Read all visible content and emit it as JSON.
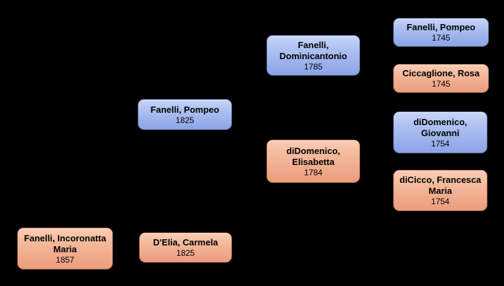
{
  "palette": {
    "background": "#000000",
    "blue_box_top": "#c9d6f8",
    "blue_box_bottom": "#8ba4e6",
    "salmon_box_top": "#f9ceb5",
    "salmon_box_bottom": "#ec9c7d",
    "text_color": "#000000"
  },
  "people": [
    {
      "id": "fanelli-incoronatta-maria-1857",
      "lines": [
        "Fanelli, Incoronatta",
        "Maria"
      ],
      "year": "1857",
      "color": "salmon"
    },
    {
      "id": "fanelli-pompeo-1825",
      "lines": [
        "Fanelli, Pompeo"
      ],
      "year": "1825",
      "color": "blue"
    },
    {
      "id": "delia-carmela-1825",
      "lines": [
        "D'Elia, Carmela"
      ],
      "year": "1825",
      "color": "salmon"
    },
    {
      "id": "fanelli-dominicantonio-1785",
      "lines": [
        "Fanelli,",
        "Dominicantonio"
      ],
      "year": "1785",
      "color": "blue"
    },
    {
      "id": "didomenico-elisabetta-1784",
      "lines": [
        "diDomenico,",
        "Elisabetta"
      ],
      "year": "1784",
      "color": "salmon"
    },
    {
      "id": "fanelli-pompeo-1745",
      "lines": [
        "Fanelli, Pompeo"
      ],
      "year": "1745",
      "color": "blue"
    },
    {
      "id": "ciccaglione-rosa-1745",
      "lines": [
        "Ciccaglione, Rosa"
      ],
      "year": "1745",
      "color": "salmon"
    },
    {
      "id": "didomenico-giovanni-1754",
      "lines": [
        "diDomenico,",
        "Giovanni"
      ],
      "year": "1754",
      "color": "blue"
    },
    {
      "id": "dicicco-francesca-maria-1754",
      "lines": [
        "diCicco, Francesca",
        "Maria"
      ],
      "year": "1754",
      "color": "salmon"
    }
  ]
}
